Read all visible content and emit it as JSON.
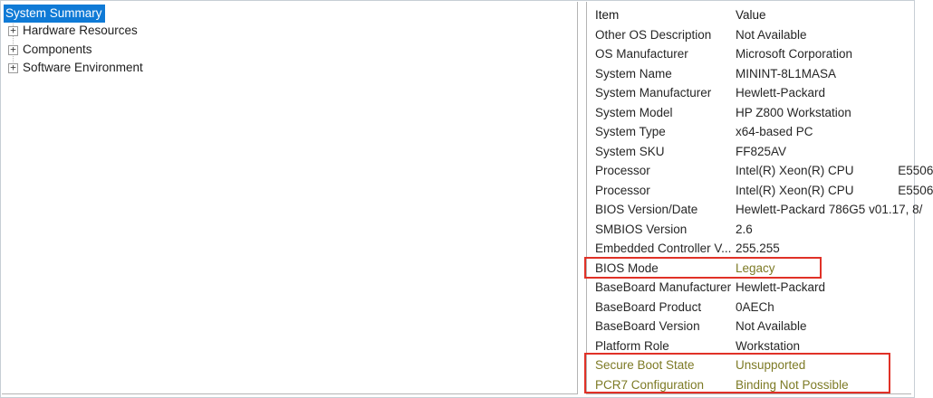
{
  "tree": {
    "items": [
      {
        "label": "System Summary",
        "selected": true,
        "expandable": false
      },
      {
        "label": "Hardware Resources",
        "selected": false,
        "expandable": true
      },
      {
        "label": "Components",
        "selected": false,
        "expandable": true
      },
      {
        "label": "Software Environment",
        "selected": false,
        "expandable": true
      }
    ],
    "expander_glyph": "+"
  },
  "details": {
    "columns": [
      "Item",
      "Value"
    ],
    "rows": [
      {
        "item": "Other OS Description",
        "value": "Not Available"
      },
      {
        "item": "OS Manufacturer",
        "value": "Microsoft Corporation"
      },
      {
        "item": "System Name",
        "value": "MININT-8L1MASA"
      },
      {
        "item": "System Manufacturer",
        "value": "Hewlett-Packard"
      },
      {
        "item": "System Model",
        "value": "HP Z800 Workstation"
      },
      {
        "item": "System Type",
        "value": "x64-based PC"
      },
      {
        "item": "System SKU",
        "value": "FF825AV"
      },
      {
        "item": "Processor",
        "value": "Intel(R) Xeon(R) CPU             E5506"
      },
      {
        "item": "Processor",
        "value": "Intel(R) Xeon(R) CPU             E5506"
      },
      {
        "item": "BIOS Version/Date",
        "value": "Hewlett-Packard 786G5 v01.17, 8/"
      },
      {
        "item": "SMBIOS Version",
        "value": "2.6"
      },
      {
        "item": "Embedded Controller V...",
        "value": "255.255"
      },
      {
        "item": "BIOS Mode",
        "value": "Legacy",
        "value_highlight": "olive"
      },
      {
        "item": "BaseBoard Manufacturer",
        "value": "Hewlett-Packard"
      },
      {
        "item": "BaseBoard Product",
        "value": "0AECh"
      },
      {
        "item": "BaseBoard Version",
        "value": "Not Available"
      },
      {
        "item": "Platform Role",
        "value": "Workstation"
      },
      {
        "item": "Secure Boot State",
        "value": "Unsupported",
        "item_highlight": "olive",
        "value_highlight": "olive"
      },
      {
        "item": "PCR7 Configuration",
        "value": "Binding Not Possible",
        "item_highlight": "olive",
        "value_highlight": "olive"
      }
    ]
  },
  "colors": {
    "selection_blue": "#0f7ad6",
    "annotation_red": "#e03127",
    "highlight_olive": "#7d7a25"
  }
}
